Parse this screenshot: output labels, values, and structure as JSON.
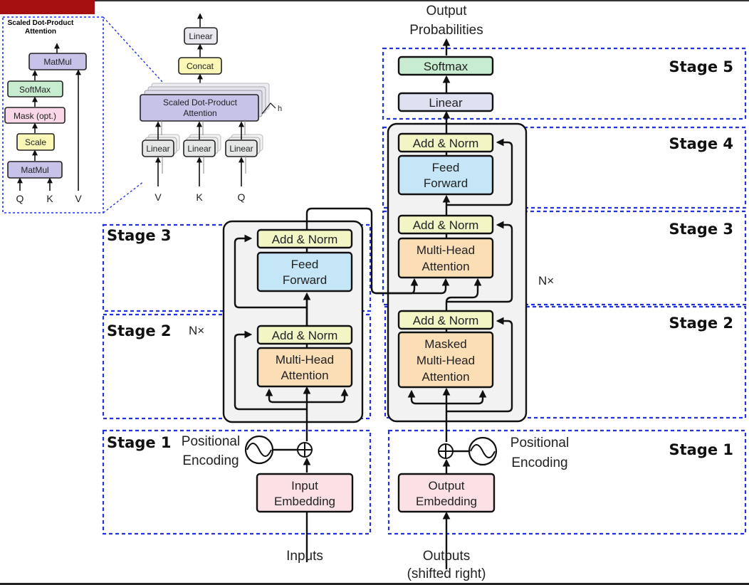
{
  "colors": {
    "add_norm": "#f2f5c4",
    "feed_forward": "#c4e6f6",
    "attention": "#fbddb6",
    "embedding": "#fbe1e6",
    "softmax": "#c8ecd0",
    "linear": "#dfe0f2",
    "scaled_attention": "#c6c2e8",
    "concat": "#fbf7b6",
    "scale": "#fbf7b6",
    "mask": "#f8d7e6",
    "stage_border": "#2233dd",
    "header_bar": "#a50f0f"
  },
  "inset": {
    "title": "Scaled Dot-Product Attention",
    "matmul_top": "MatMul",
    "softmax": "SoftMax",
    "mask": "Mask (opt.)",
    "scale": "Scale",
    "matmul_bottom": "MatMul",
    "q": "Q",
    "k": "K",
    "v": "V"
  },
  "multihead": {
    "linear_top": "Linear",
    "concat": "Concat",
    "attention_line1": "Scaled Dot-Product",
    "attention_line2": "Attention",
    "h": "h",
    "linear_labels": [
      "Linear",
      "Linear",
      "Linear"
    ],
    "inputs": [
      "V",
      "K",
      "Q"
    ]
  },
  "encoder": {
    "add_norm_top": "Add & Norm",
    "feed_forward_line1": "Feed",
    "feed_forward_line2": "Forward",
    "add_norm_bottom": "Add & Norm",
    "mha_line1": "Multi-Head",
    "mha_line2": "Attention",
    "nx": "N×",
    "pos_enc_line1": "Positional",
    "pos_enc_line2": "Encoding",
    "embedding_line1": "Input",
    "embedding_line2": "Embedding",
    "inputs": "Inputs"
  },
  "decoder": {
    "output_line1": "Output",
    "output_line2": "Probabilities",
    "softmax": "Softmax",
    "linear": "Linear",
    "add_norm_top": "Add & Norm",
    "feed_forward_line1": "Feed",
    "feed_forward_line2": "Forward",
    "add_norm_mid": "Add & Norm",
    "mha_line1": "Multi-Head",
    "mha_line2": "Attention",
    "nx": "N×",
    "add_norm_bottom": "Add & Norm",
    "masked_line1": "Masked",
    "masked_line2": "Multi-Head",
    "masked_line3": "Attention",
    "pos_enc_line1": "Positional",
    "pos_enc_line2": "Encoding",
    "embedding_line1": "Output",
    "embedding_line2": "Embedding",
    "outputs_line1": "Outputs",
    "outputs_line2": "(shifted right)"
  },
  "stages": {
    "enc_stage3": "Stage 3",
    "enc_stage2": "Stage 2",
    "enc_stage1": "Stage 1",
    "dec_stage5": "Stage 5",
    "dec_stage4": "Stage 4",
    "dec_stage3": "Stage 3",
    "dec_stage2": "Stage 2",
    "dec_stage1": "Stage 1"
  }
}
